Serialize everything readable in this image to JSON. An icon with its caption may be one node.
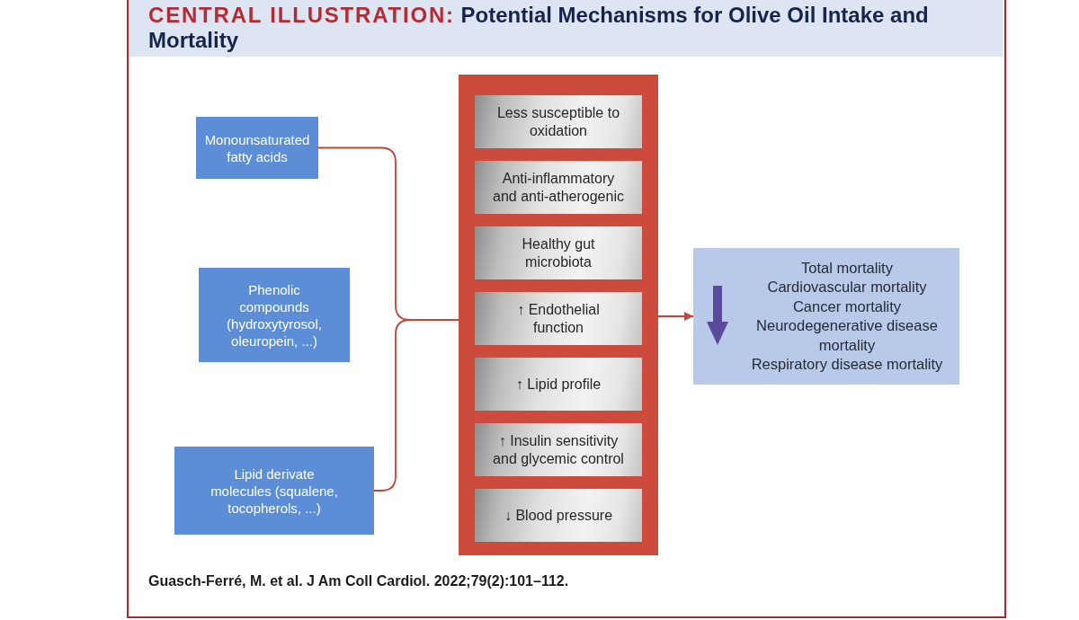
{
  "diagram": {
    "title": "Potential Mechanisms for Olive Oil Intake and Mortality",
    "caption": "Guasch-Ferré, M. et al. J Am Coll Cardiol. 2022;79(2):101–112.",
    "nodes": [
      {
        "text": [
          "Monounsaturated fatty acids"
        ]
      },
      {
        "text": [
          "Phenolic compounds (hydroxytyrosol, oleuropein, ...)"
        ]
      },
      {
        "text": [
          "Lipid derivate molecules (squalene, tocopherols, ...)"
        ]
      },
      {
        "text": [],
        "shape": "box"
      },
      {
        "text": [
          "Less susceptible to oxidation"
        ],
        "in": 3
      },
      {
        "text": [
          "Anti-inflammatory and anti-atherogenic"
        ],
        "in": 3
      },
      {
        "text": [
          "Healthy gut microbiota"
        ],
        "in": 3
      },
      {
        "text": [
          "↑ Endothelial function"
        ],
        "in": 3
      },
      {
        "text": [
          "↑ Lipid profile"
        ],
        "in": 3
      },
      {
        "text": [
          "↑ Insulin sensitivity and glycemic control"
        ],
        "in": 3
      },
      {
        "text": [
          "↓ Blood pressure"
        ],
        "in": 3
      },
      {
        "text": [
          "Total mortality",
          "Cardiovascular mortality",
          "Cancer mortality",
          "Neurodegenerative disease mortality",
          "Respiratory disease mortality"
        ]
      }
    ],
    "edges": [
      {
        "from": 0,
        "to": 3,
        "arrow": "none"
      },
      {
        "from": 2,
        "to": 3,
        "arrow": "none"
      },
      {
        "from": 3,
        "to": 11,
        "arrow": "to"
      }
    ],
    "labels": [
      "CENTRAL ILLUSTRATION:"
    ]
  }
}
